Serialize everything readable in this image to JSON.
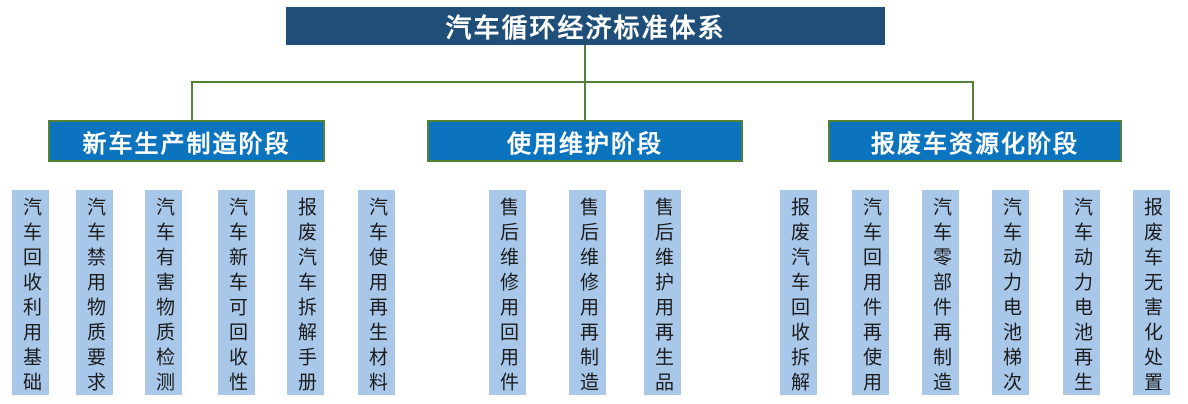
{
  "diagram": {
    "title": "汽车循环经济标准体系",
    "stages": [
      {
        "label": "新车生产制造阶段",
        "items": [
          "汽车回收利用基础",
          "汽车禁用物质要求",
          "汽车有害物质检测",
          "汽车新车可回收性",
          "报废汽车拆解手册",
          "汽车使用再生材料"
        ]
      },
      {
        "label": "使用维护阶段",
        "items": [
          "售后维修用回用件",
          "售后维修用再制造",
          "售后维护用再生品"
        ]
      },
      {
        "label": "报废车资源化阶段",
        "items": [
          "报废汽车回收拆解",
          "汽车回用件再使用",
          "汽车零部件再制造",
          "汽车动力电池梯次",
          "汽车动力电池再生",
          "报废车无害化处置"
        ]
      }
    ],
    "colors": {
      "root_box": "#1F4E79",
      "stage_box": "#0C73BE",
      "item_box": "#A8C7E9",
      "connector_green": "#538135",
      "root_text": "#FFFFFF",
      "stage_text": "#FFFFFF",
      "item_text": "#1B1B1B"
    }
  }
}
